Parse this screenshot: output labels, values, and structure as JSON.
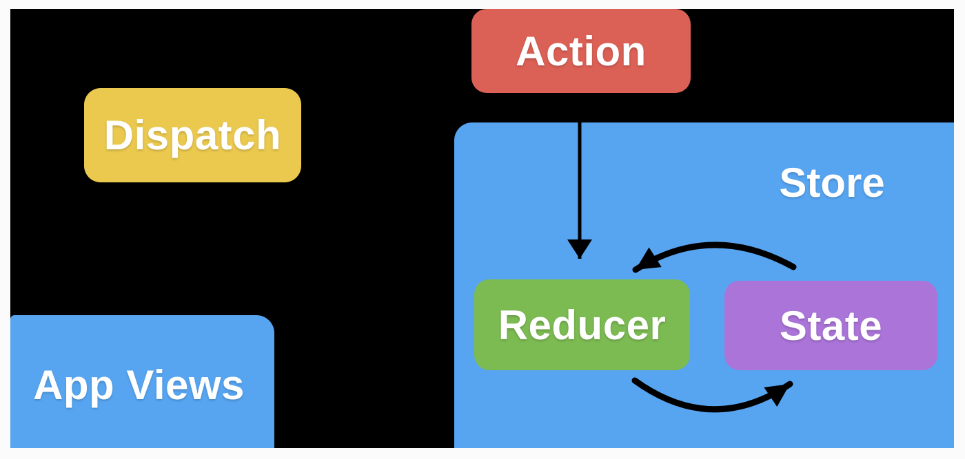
{
  "diagram": {
    "background_color": "#000000",
    "frame_color": "#fbfbfb",
    "text_color": "#ffffff",
    "arrow_color": "#000000",
    "nodes": {
      "action": {
        "label": "Action",
        "color": "#db6055"
      },
      "dispatch": {
        "label": "Dispatch",
        "color": "#ebc94e"
      },
      "store": {
        "label": "Store",
        "color": "#57a5f1"
      },
      "reducer": {
        "label": "Reducer",
        "color": "#7cba52"
      },
      "state": {
        "label": "State",
        "color": "#aa74d8"
      },
      "app_views": {
        "label": "App Views",
        "color": "#57a5f1"
      }
    },
    "edges": [
      {
        "from": "action",
        "to": "reducer",
        "shape": "straight-down",
        "description": "Action dispatched down into the Store toward the Reducer"
      },
      {
        "from": "state",
        "to": "reducer",
        "shape": "arc-over-top",
        "description": "State fed into the Reducer"
      },
      {
        "from": "reducer",
        "to": "state",
        "shape": "arc-under-bottom",
        "description": "Reducer produces new State"
      }
    ]
  }
}
